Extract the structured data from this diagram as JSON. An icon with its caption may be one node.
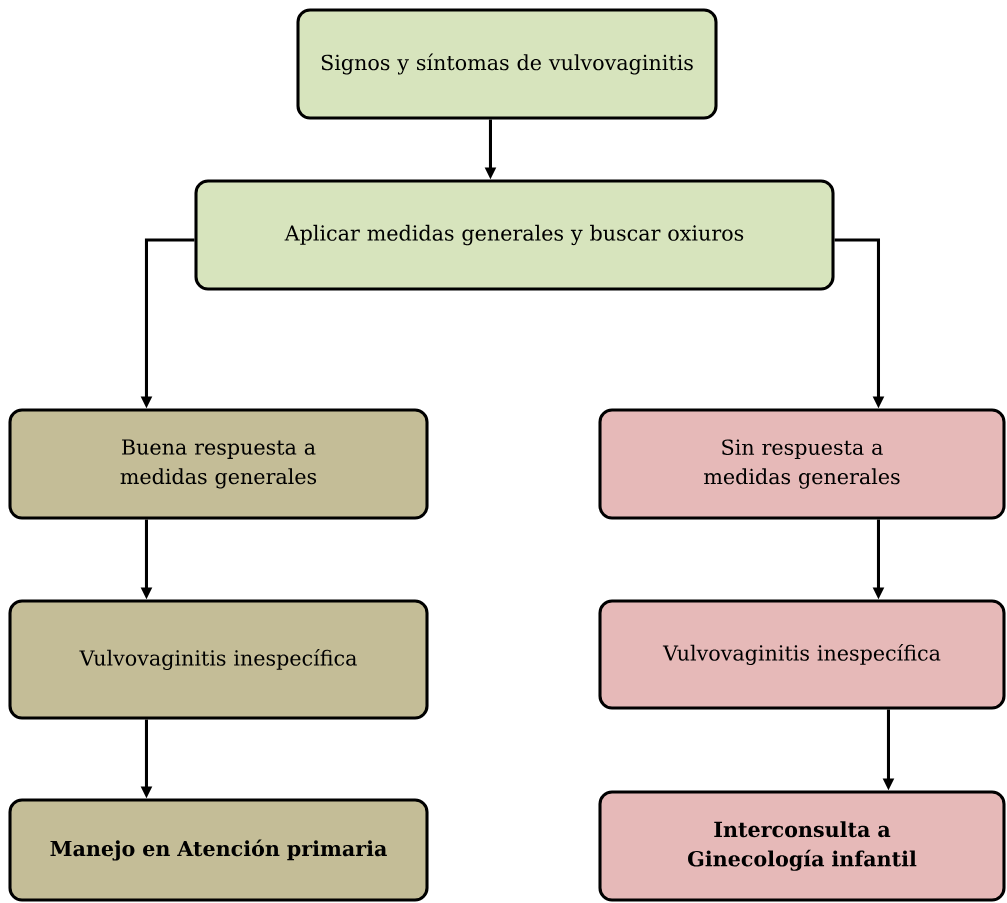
{
  "diagram": {
    "nodes": [
      {
        "text": [
          "Signos y síntomas de vulvovaginitis"
        ]
      },
      {
        "text": [
          "Aplicar medidas generales y buscar oxiuros"
        ]
      },
      {
        "text": [
          "Buena respuesta a medidas generales"
        ]
      },
      {
        "text": [
          "Sin respuesta a medidas generales"
        ]
      },
      {
        "text": [
          "Vulvovaginitis inespecífica"
        ]
      },
      {
        "text": [
          "Vulvovaginitis inespecífica"
        ]
      },
      {
        "text": [
          "Manejo en Atención primaria"
        ]
      },
      {
        "text": [
          "Interconsulta a Ginecología infantil"
        ]
      }
    ],
    "edges": [
      {
        "from": 0,
        "to": 1,
        "arrow": "to"
      },
      {
        "from": 1,
        "to": 2,
        "arrow": "to"
      },
      {
        "from": 1,
        "to": 3,
        "arrow": "to"
      },
      {
        "from": 2,
        "to": 4,
        "arrow": "to"
      },
      {
        "from": 4,
        "to": 6,
        "arrow": "to"
      },
      {
        "from": 3,
        "to": 5,
        "arrow": "to"
      },
      {
        "from": 5,
        "to": 7,
        "arrow": "to"
      }
    ]
  }
}
